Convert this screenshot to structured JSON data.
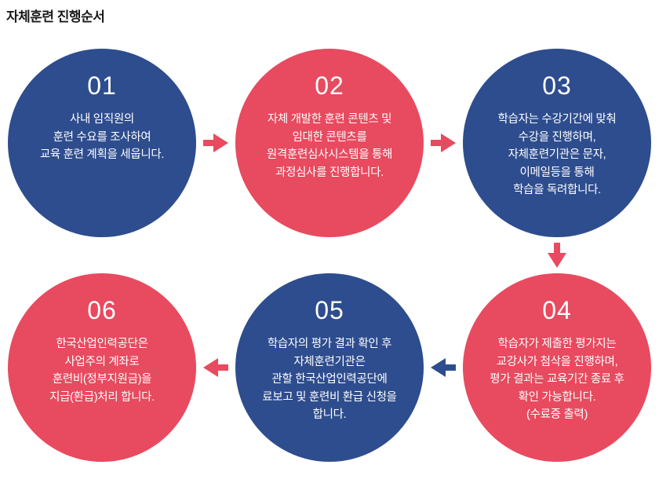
{
  "title": "자체훈련 진행순서",
  "colors": {
    "navy": "#2e4d8e",
    "red": "#e84a5f",
    "title_text": "#1a1a1a",
    "step_text": "#ffffff",
    "background": "#ffffff"
  },
  "steps": [
    {
      "number": "01",
      "color": "navy",
      "text": "사내 임직원의\n훈련 수요를 조사하여\n교육 훈련 계획을 세웁니다."
    },
    {
      "number": "02",
      "color": "red",
      "text": "자체 개발한 훈련 콘텐츠 및\n임대한 콘텐츠를\n원격훈련심사시스템을 통해\n과정심사를 진행합니다."
    },
    {
      "number": "03",
      "color": "navy",
      "text": "학습자는 수강기간에 맞춰\n수강을 진행하며,\n자체훈련기관은 문자,\n이메일등을 통해\n학습을 독려합니다."
    },
    {
      "number": "04",
      "color": "red",
      "text": "학습자가 제출한 평가지는\n교강사가 첨삭을 진행하며,\n평가 결과는 교육기간 종료 후\n확인 가능합니다.\n(수료증 출력)"
    },
    {
      "number": "05",
      "color": "navy",
      "text": "학습자의 평가 결과 확인 후\n자체훈련기관은\n관할 한국산업인력공단에\n료보고 및 훈련비 환급 신청을\n합니다."
    },
    {
      "number": "06",
      "color": "red",
      "text": "한국산업인력공단은\n사업주의 계좌로\n훈련비(정부지원금)을\n지급(환급)처리 합니다."
    }
  ],
  "arrows": [
    {
      "from": "01",
      "to": "02",
      "direction": "right",
      "color": "red"
    },
    {
      "from": "02",
      "to": "03",
      "direction": "right",
      "color": "red"
    },
    {
      "from": "03",
      "to": "04",
      "direction": "down",
      "color": "red"
    },
    {
      "from": "04",
      "to": "05",
      "direction": "left",
      "color": "navy"
    },
    {
      "from": "05",
      "to": "06",
      "direction": "left",
      "color": "red"
    }
  ]
}
